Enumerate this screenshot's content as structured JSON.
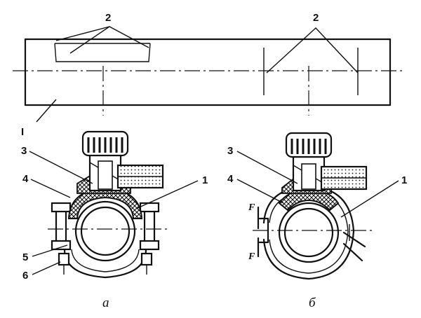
{
  "labels": {
    "two_a": "2",
    "two_b": "2",
    "roman_one": "I",
    "one_a": "1",
    "one_b": "1",
    "three_a": "3",
    "three_b": "3",
    "four_a": "4",
    "four_b": "4",
    "five": "5",
    "six": "6",
    "force_top": "F",
    "force_bottom": "F"
  },
  "captions": {
    "left": "а",
    "right": "б"
  }
}
